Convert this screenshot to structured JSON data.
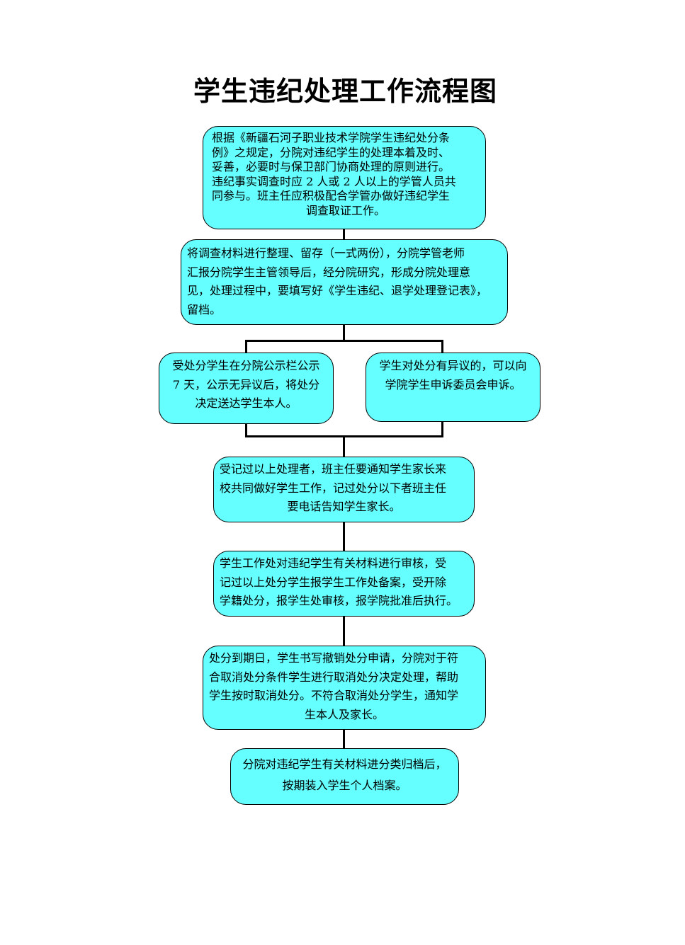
{
  "title": "学生违纪处理工作流程图",
  "steps": {
    "s1": [
      "根据《新疆石河子职业技术学院学生违纪处分条",
      "例》之规定，分院对违纪学生的处理本着及时、",
      "妥善，必要时与保卫部门协商处理的原则进行。",
      "违纪事实调查时应 2 人或 2 人以上的学管人员共",
      "同参与。班主任应积极配合学管办做好违纪学生",
      "调查取证工作。"
    ],
    "s2": [
      "将调查材料进行整理、留存（一式两份），分院学管老师",
      "汇报分院学生主管领导后，经分院研究，形成分院处理意",
      "见，处理过程中，要填写好《学生违纪、退学处理登记表》，",
      "留档。"
    ],
    "s3_left": [
      "受处分学生在分院公示栏公示",
      "7 天，公示无异议后，将处分",
      "决定送达学生本人。"
    ],
    "s3_right": [
      "学生对处分有异议的，可以向",
      "学院学生申诉委员会申诉。"
    ],
    "s4": [
      "受记过以上处理者，班主任要通知学生家长来",
      "校共同做好学生工作，记过处分以下者班主任",
      "要电话告知学生家长。"
    ],
    "s5": [
      "学生工作处对违纪学生有关材料进行审核，受",
      "记过以上处分学生报学生工作处备案，受开除",
      "学籍处分，报学生处审核，报学院批准后执行。"
    ],
    "s6": [
      "处分到期日，学生书写撤销处分申请，分院对于符",
      "合取消处分条件学生进行取消处分决定处理，帮助",
      "学生按时取消处分。不符合取消处分学生，通知学",
      "生本人及家长。"
    ],
    "s7": [
      "分院对违纪学生有关材料进分类归档后，",
      "按期装入学生个人档案。"
    ]
  },
  "colors": {
    "box_fill": "#66ffff",
    "stroke": "#000000"
  }
}
